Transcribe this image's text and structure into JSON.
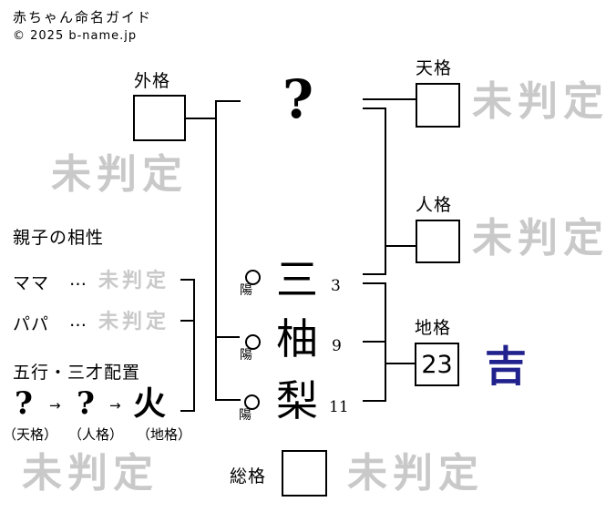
{
  "header": {
    "title": "赤ちゃん命名ガイド",
    "copyright": "© 2025 b-name.jp"
  },
  "colors": {
    "line": "#000000",
    "watermark_gray": "#c9c9c9",
    "kichi_navy": "#22228e"
  },
  "surname": {
    "char": "?"
  },
  "name_chars": [
    {
      "char": "三",
      "strokes": "3",
      "yinyang": "陽"
    },
    {
      "char": "柚",
      "strokes": "9",
      "yinyang": "陽"
    },
    {
      "char": "梨",
      "strokes": "11",
      "yinyang": "陽"
    }
  ],
  "kaku": {
    "gaikaku": {
      "label": "外格",
      "value": "",
      "result": "未判定"
    },
    "tenkaku": {
      "label": "天格",
      "value": "",
      "result": "未判定"
    },
    "jinkaku": {
      "label": "人格",
      "value": "",
      "result": "未判定"
    },
    "chikaku": {
      "label": "地格",
      "value": "23",
      "result": "吉"
    },
    "soukaku": {
      "label": "総格",
      "value": "",
      "result": "未判定"
    }
  },
  "compatibility": {
    "heading": "親子の相性",
    "rows": [
      {
        "label": "ママ",
        "dots": "…",
        "result": "未判定"
      },
      {
        "label": "パパ",
        "dots": "…",
        "result": "未判定"
      }
    ]
  },
  "gogyou": {
    "heading": "五行・三才配置",
    "arrow": "→",
    "elements": [
      {
        "symbol": "?",
        "label": "（天格）"
      },
      {
        "symbol": "?",
        "label": "（人格）"
      },
      {
        "symbol": "火",
        "label": "（地格）"
      }
    ]
  },
  "watermarks": {
    "bottom_left": "未判定"
  }
}
